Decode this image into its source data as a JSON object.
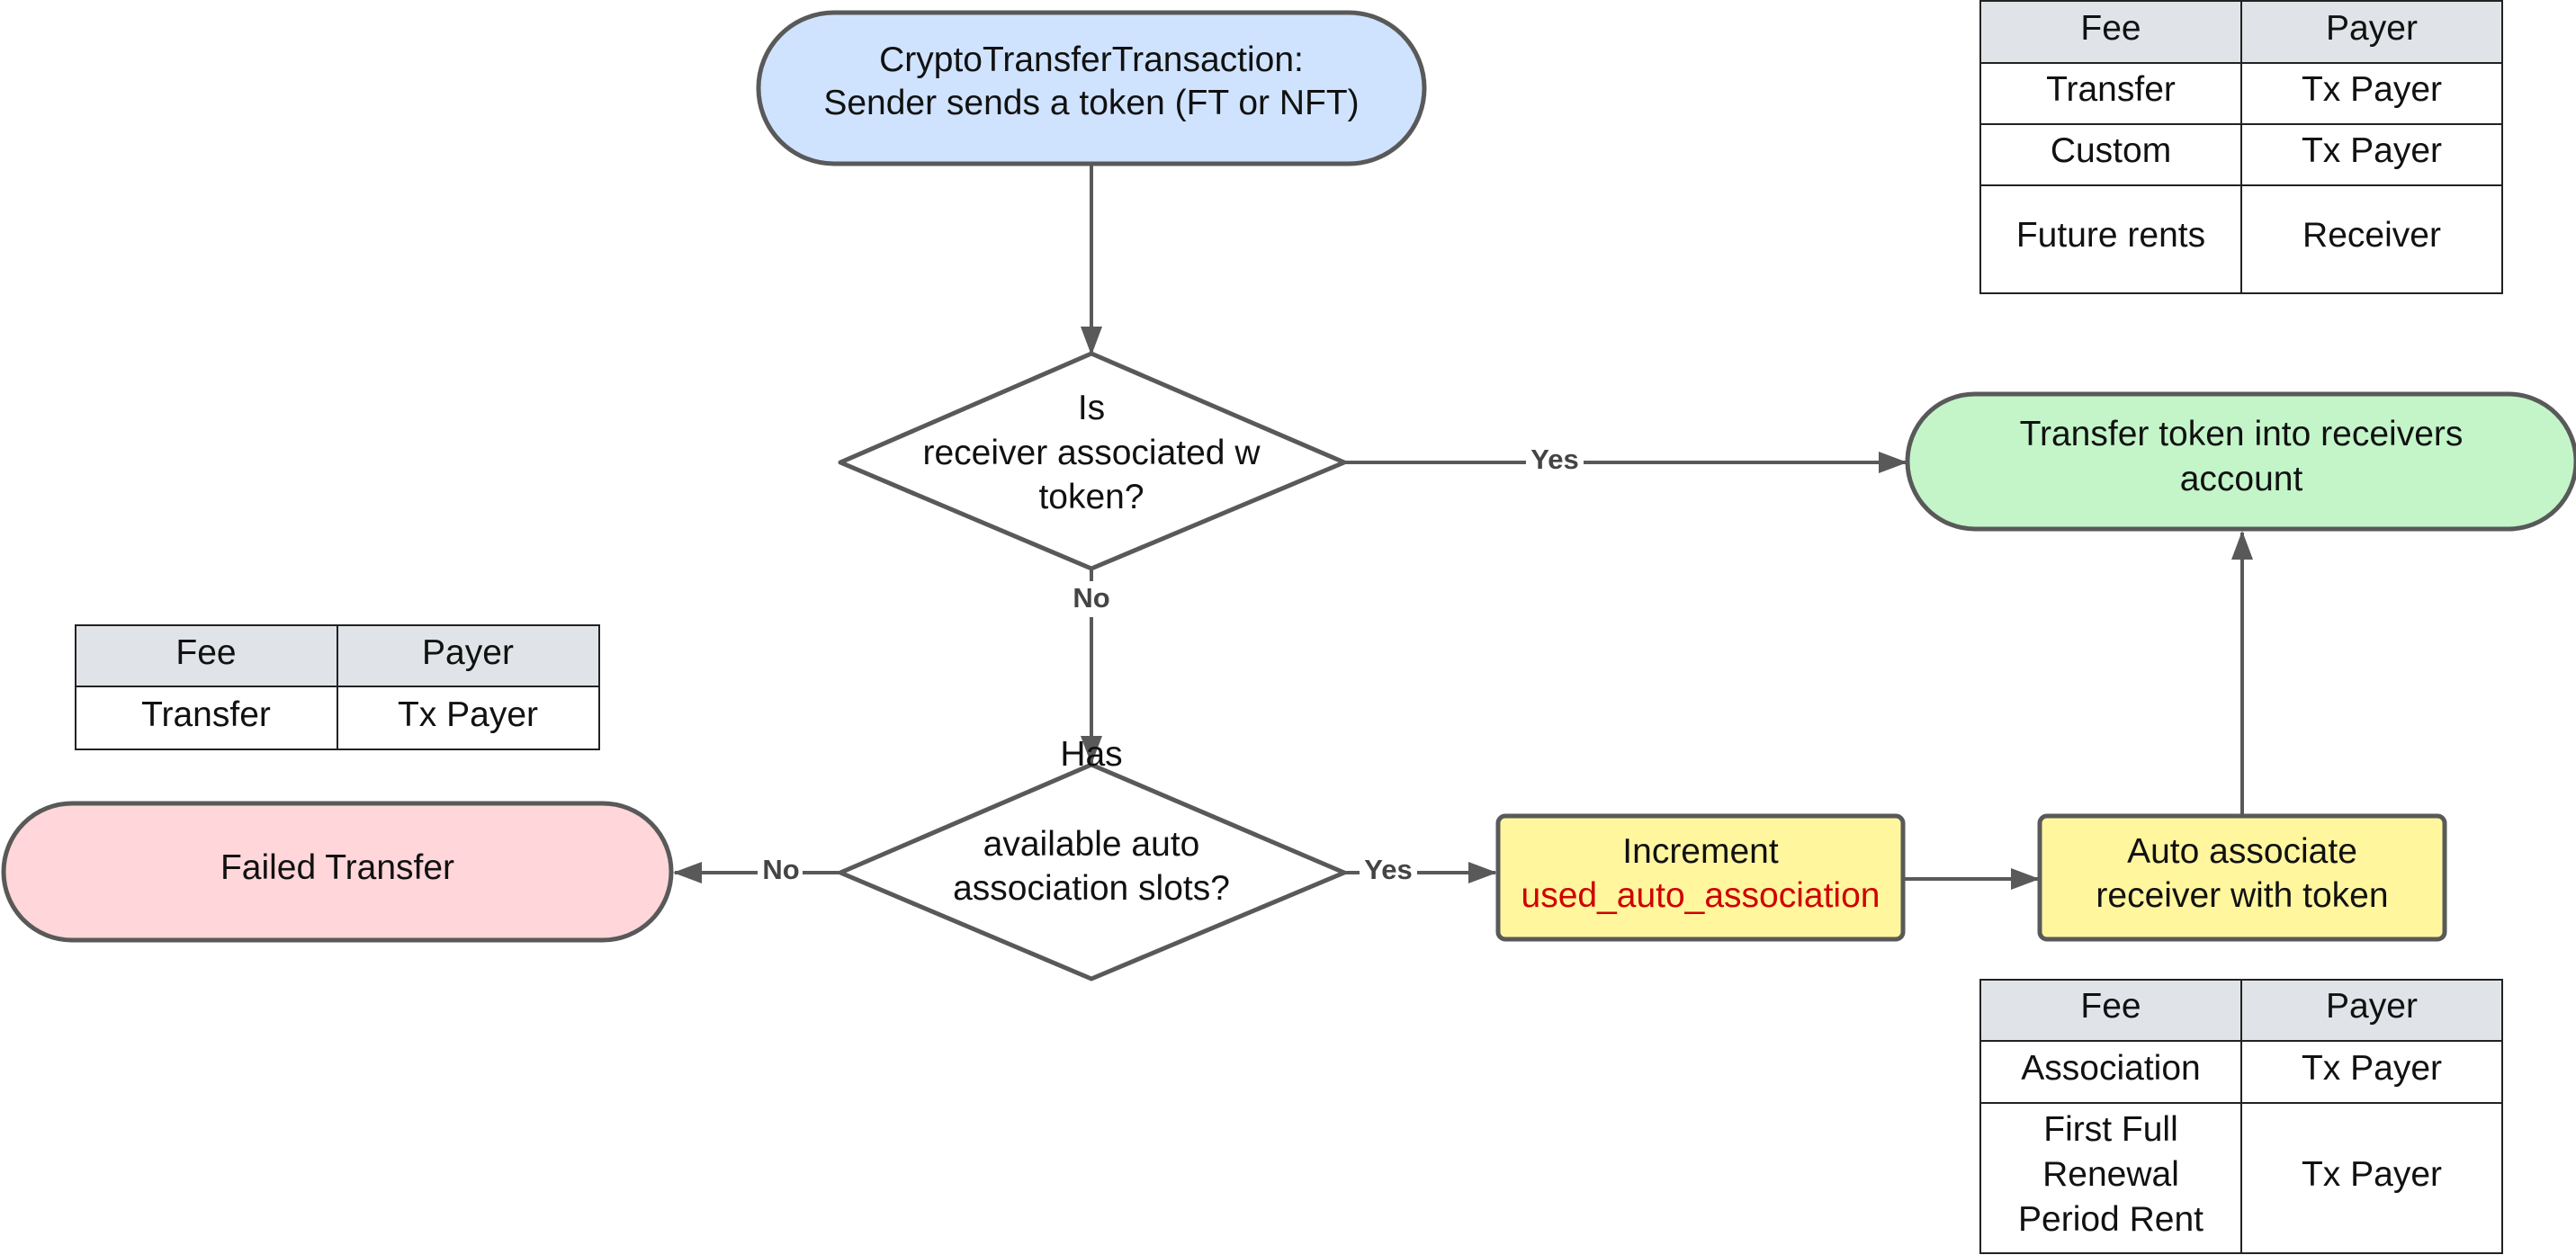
{
  "colors": {
    "stroke": "#595959",
    "start_fill": "#cfe3ff",
    "success_fill": "#c3f5c9",
    "fail_fill": "#ffd6d9",
    "process_fill": "#fff69e",
    "table_header_fill": "#e0e3e7",
    "highlight_text": "#d00000"
  },
  "nodes": {
    "start": {
      "lines": [
        "CryptoTransferTransaction:",
        "Sender sends a token (FT or NFT)"
      ]
    },
    "decision_associated": {
      "lines": [
        "Is",
        "receiver associated w",
        "token?"
      ]
    },
    "decision_slots": {
      "lines": [
        "Has",
        "available auto",
        "association slots?"
      ]
    },
    "success": {
      "lines": [
        "Transfer token into receivers",
        "account"
      ]
    },
    "failed": {
      "lines": [
        "Failed Transfer"
      ]
    },
    "increment": {
      "line1": "Increment",
      "line2": "used_auto_association"
    },
    "auto_associate": {
      "lines": [
        "Auto associate",
        "receiver with token"
      ]
    }
  },
  "edges": {
    "associated_yes": "Yes",
    "associated_no": "No",
    "slots_no": "No",
    "slots_yes": "Yes"
  },
  "tables": {
    "top_right": {
      "headers": [
        "Fee",
        "Payer"
      ],
      "rows": [
        {
          "fee": [
            "Transfer"
          ],
          "payer": "Tx Payer"
        },
        {
          "fee": [
            "Custom"
          ],
          "payer": "Tx Payer"
        },
        {
          "fee": [
            "Future rents"
          ],
          "payer": "Receiver"
        }
      ]
    },
    "left": {
      "headers": [
        "Fee",
        "Payer"
      ],
      "rows": [
        {
          "fee": [
            "Transfer"
          ],
          "payer": "Tx Payer"
        }
      ]
    },
    "bottom_right": {
      "headers": [
        "Fee",
        "Payer"
      ],
      "rows": [
        {
          "fee": [
            "Association"
          ],
          "payer": "Tx Payer"
        },
        {
          "fee": [
            "First Full",
            "Renewal",
            "Period Rent"
          ],
          "payer": "Tx Payer"
        }
      ]
    }
  }
}
